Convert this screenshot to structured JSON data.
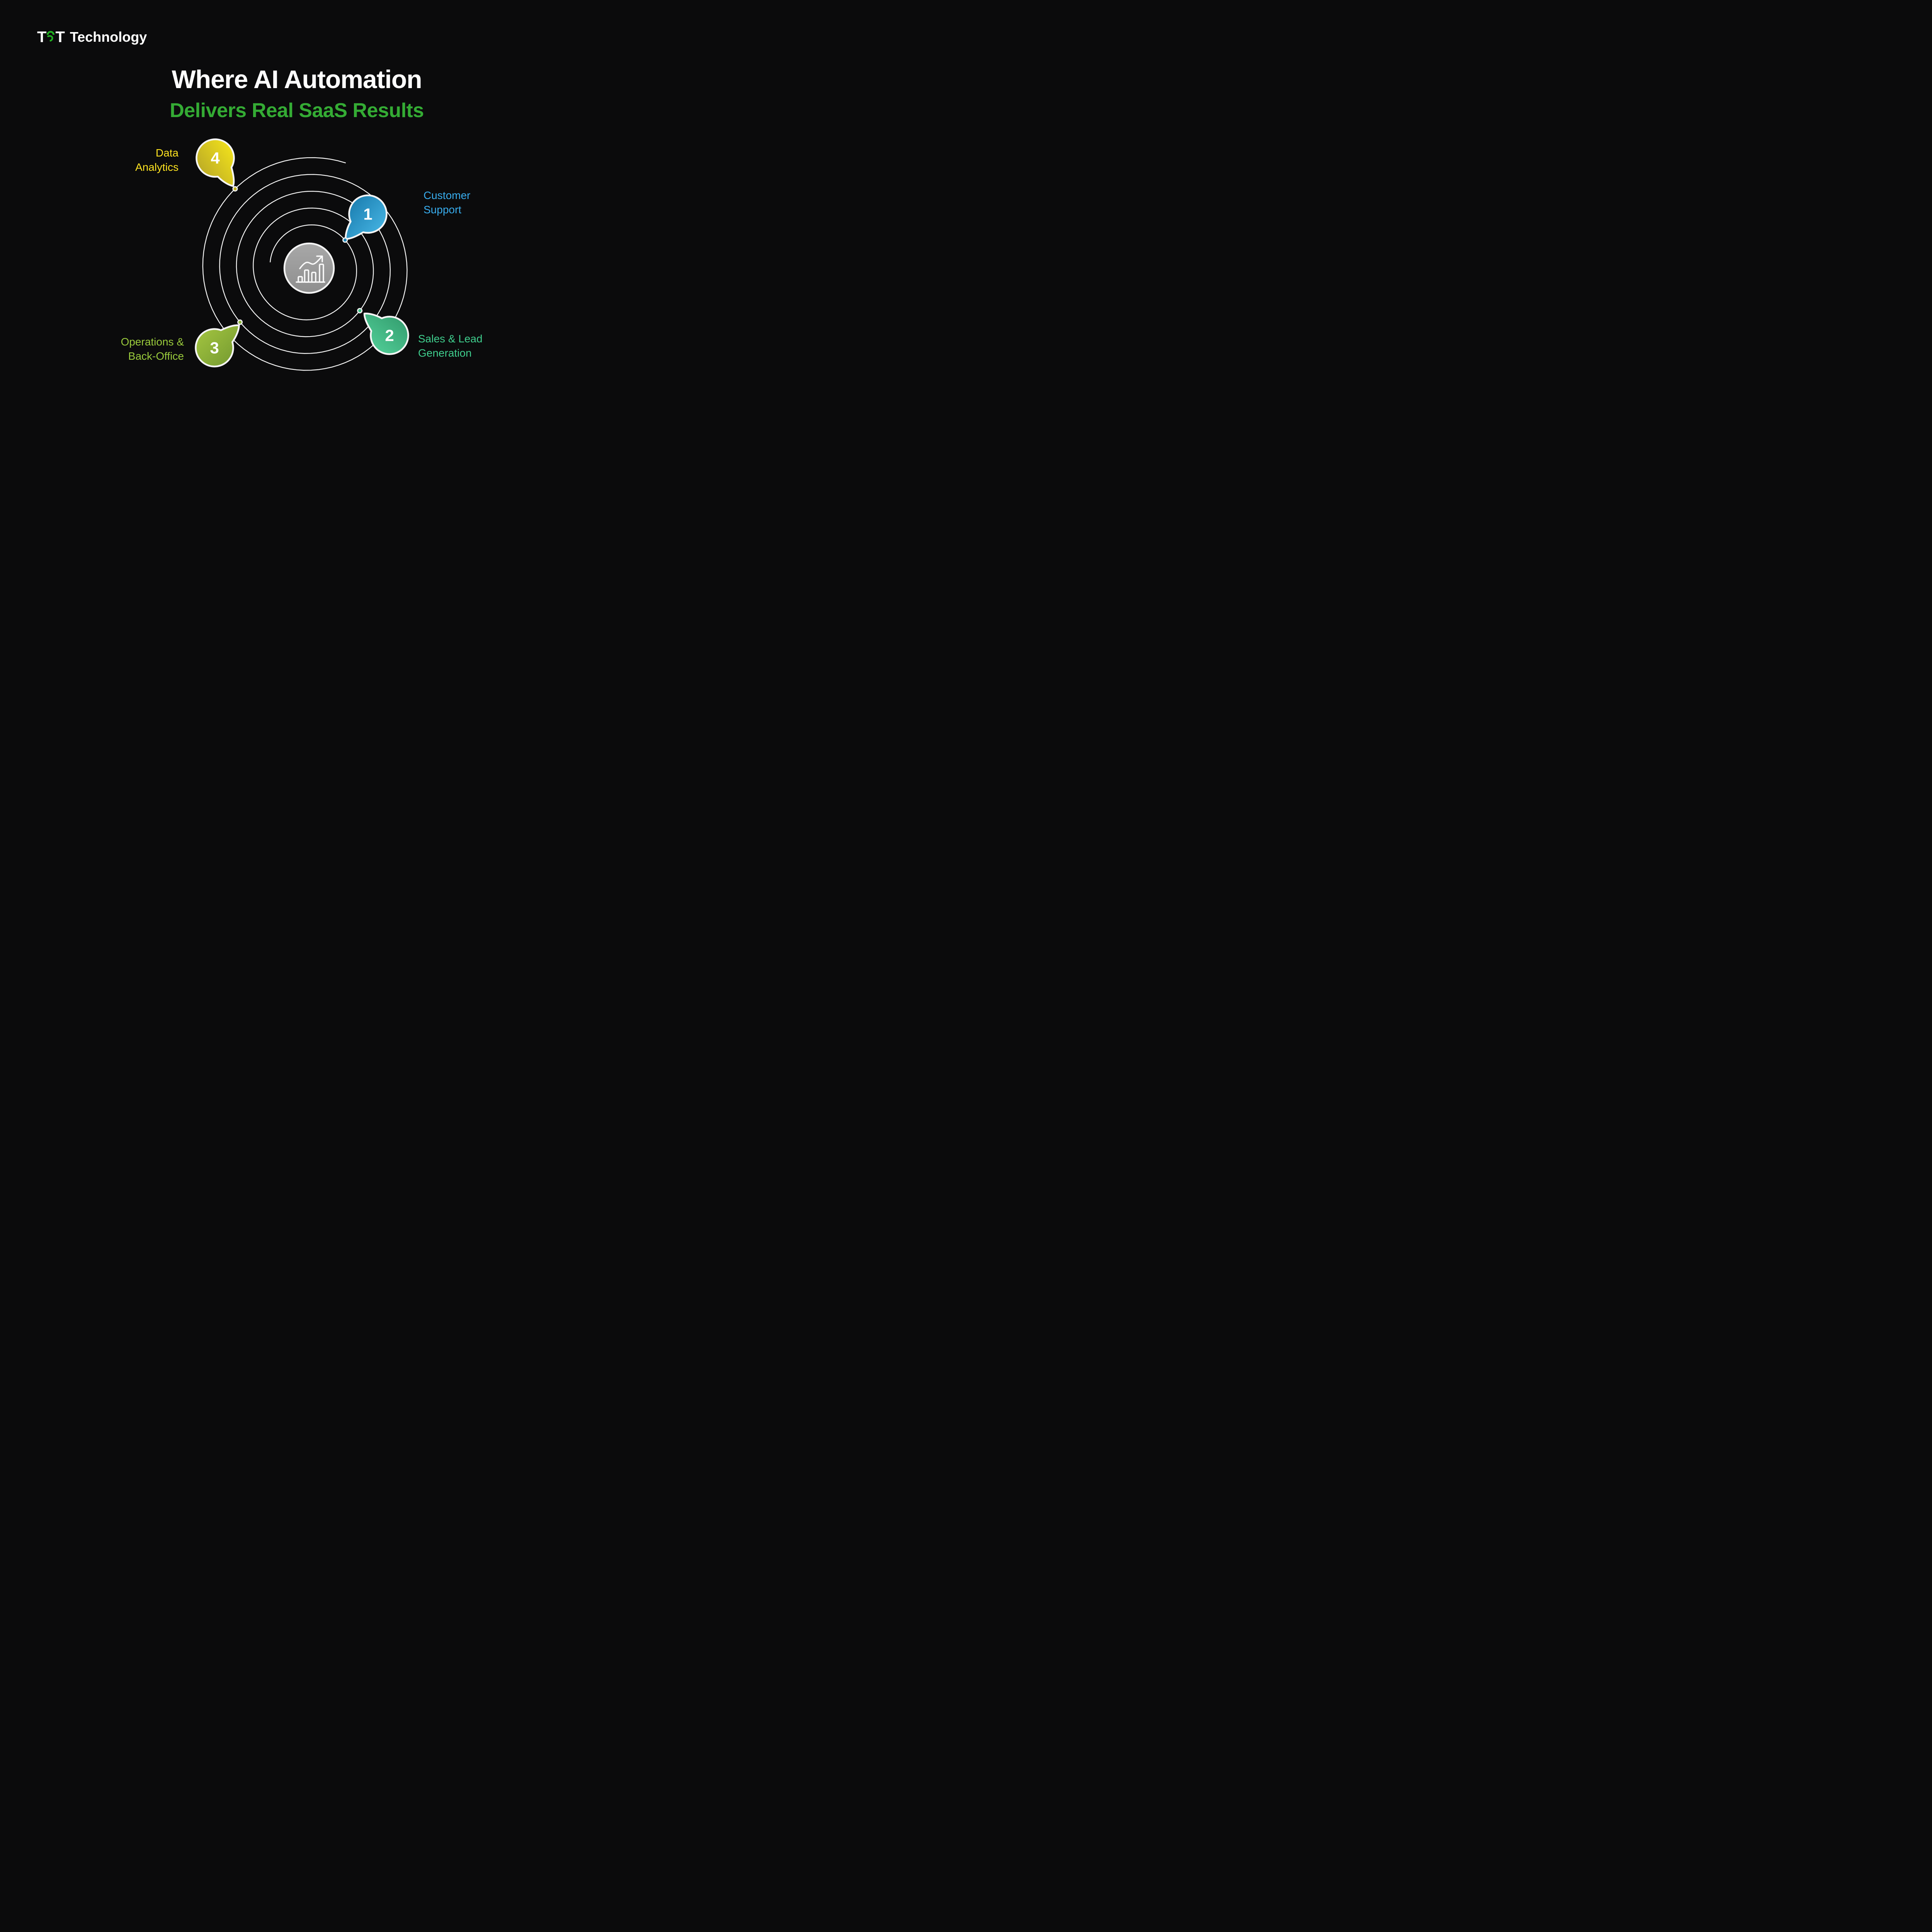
{
  "logo": {
    "t1": "T",
    "t2": "T",
    "name": "Technology",
    "s_icon": "green-s-swoosh"
  },
  "title": {
    "line1": "Where AI Automation",
    "line2": "Delivers Real SaaS Results"
  },
  "colors": {
    "background": "#0B0B0C",
    "title_white": "#FFFFFF",
    "title_green": "#34AB34",
    "logo_green": "#21B021",
    "orbit_ring": "#F5F5F5",
    "hub_light": "#A8A8A8",
    "hub_dark": "#8E8E8E",
    "hub_border": "#F3F3F3",
    "number_text": "#FFFFFF"
  },
  "center": {
    "icon": "growth-bar-chart-icon"
  },
  "steps": [
    {
      "number": "1",
      "label": "Customer\nSupport",
      "label_color": "#38ADEE",
      "bubble_top": "#41AEDD",
      "bubble_bottom": "#1E82B4",
      "dot_color": "#1C85B8"
    },
    {
      "number": "2",
      "label": "Sales & Lead\nGeneration",
      "label_color": "#3FCD8D",
      "bubble_top": "#4EC993",
      "bubble_bottom": "#37A273",
      "dot_color": "#3EC287"
    },
    {
      "number": "3",
      "label": "Operations &\nBack-Office",
      "label_color": "#9ACB3C",
      "bubble_top": "#9DBF3E",
      "bubble_bottom": "#7CA133",
      "dot_color": "#8FB93B"
    },
    {
      "number": "4",
      "label": "Data\nAnalytics",
      "label_color": "#FFE420",
      "bubble_top": "#EFDF1C",
      "bubble_bottom": "#BFAE25",
      "dot_color": "#BFAF1E"
    }
  ]
}
